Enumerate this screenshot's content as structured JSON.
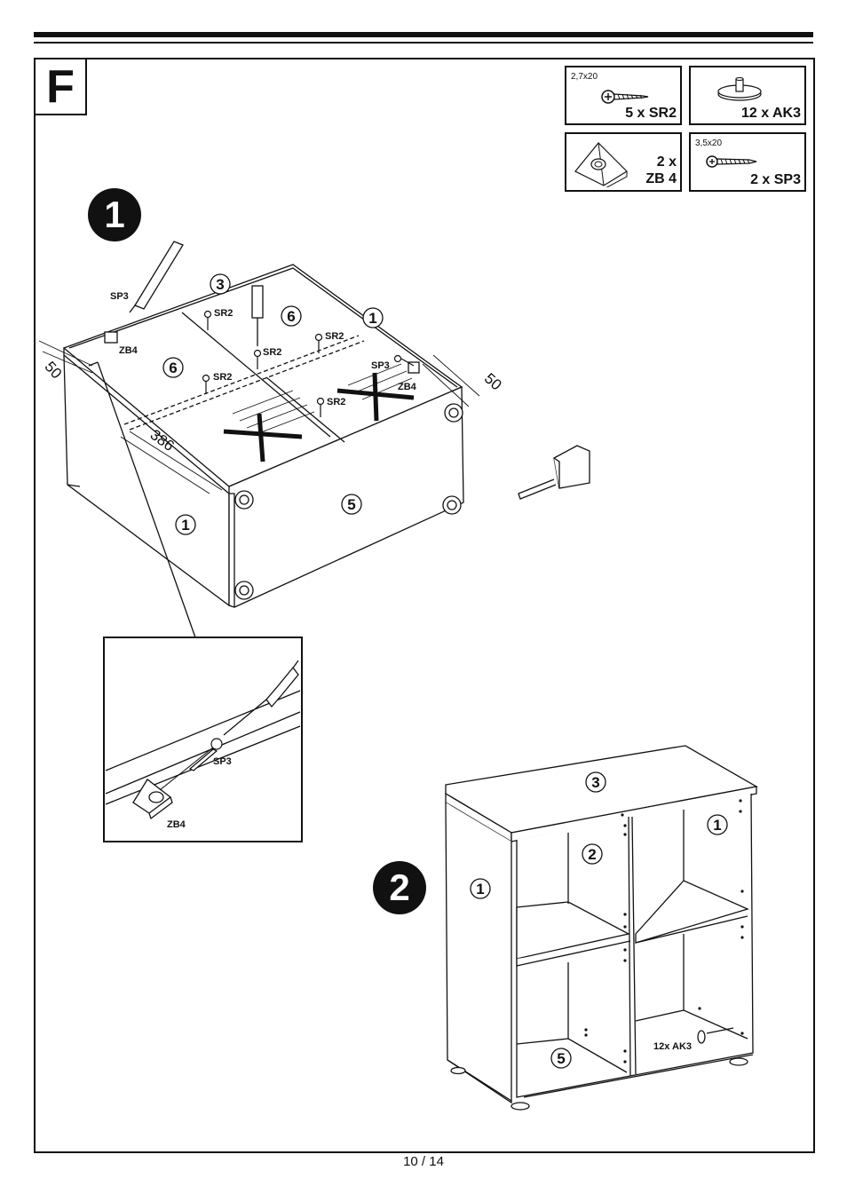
{
  "page": {
    "section_letter": "F",
    "page_number": "10 / 14"
  },
  "parts": [
    {
      "dim": "2,7x20",
      "qty": "5 x SR2",
      "icon": "screw-icon"
    },
    {
      "dim": "",
      "qty": "12 x AK3",
      "icon": "foot-pad-icon"
    },
    {
      "dim": "",
      "qty_line1": "2 x",
      "qty_line2": "ZB 4",
      "icon": "corner-bracket-icon"
    },
    {
      "dim": "3,5x20",
      "qty": "2 x SP3",
      "icon": "screw-icon"
    }
  ],
  "step1": {
    "badge": "1",
    "labels": {
      "sp3_a": "SP3",
      "zb4_a": "ZB4",
      "sr2": "SR2",
      "sp3_b": "SP3",
      "zb4_b": "ZB4",
      "dim_50_left": "50",
      "dim_50_right": "50",
      "dim_386": "386"
    },
    "panels": {
      "p3": "3",
      "p6_a": "6",
      "p6_b": "6",
      "p1_top": "1",
      "p1_side": "1",
      "p5": "5"
    }
  },
  "detail": {
    "sp3": "SP3",
    "zb4": "ZB4"
  },
  "step2": {
    "badge": "2",
    "panels": {
      "p3": "3",
      "p1_right": "1",
      "p2": "2",
      "p1_left": "1",
      "p5": "5"
    },
    "foot_label": "12x AK3"
  }
}
